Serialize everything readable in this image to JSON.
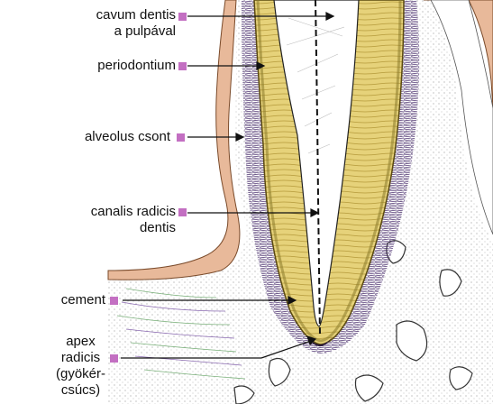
{
  "colors": {
    "marker": "#c36fc2",
    "dentin": "#e6d27a",
    "dentin_stripe": "#b59a3a",
    "pulp": "#ffffff",
    "bone_texture": "#9a9a9a",
    "periodontium": "#3d1f63",
    "gum": "#e8b99a",
    "background": "#ffffff"
  },
  "labels": [
    {
      "id": "cavum",
      "lines": [
        "cavum dentis",
        "a pulpával"
      ]
    },
    {
      "id": "periodontium",
      "lines": [
        "periodontium"
      ]
    },
    {
      "id": "alveolus",
      "lines": [
        "alveolus csont"
      ]
    },
    {
      "id": "canalis",
      "lines": [
        "canalis radicis",
        "dentis"
      ]
    },
    {
      "id": "cement",
      "lines": [
        "cement"
      ]
    },
    {
      "id": "apex",
      "lines": [
        "apex",
        "radicis",
        "(gyökér-",
        "csúcs)"
      ]
    }
  ]
}
